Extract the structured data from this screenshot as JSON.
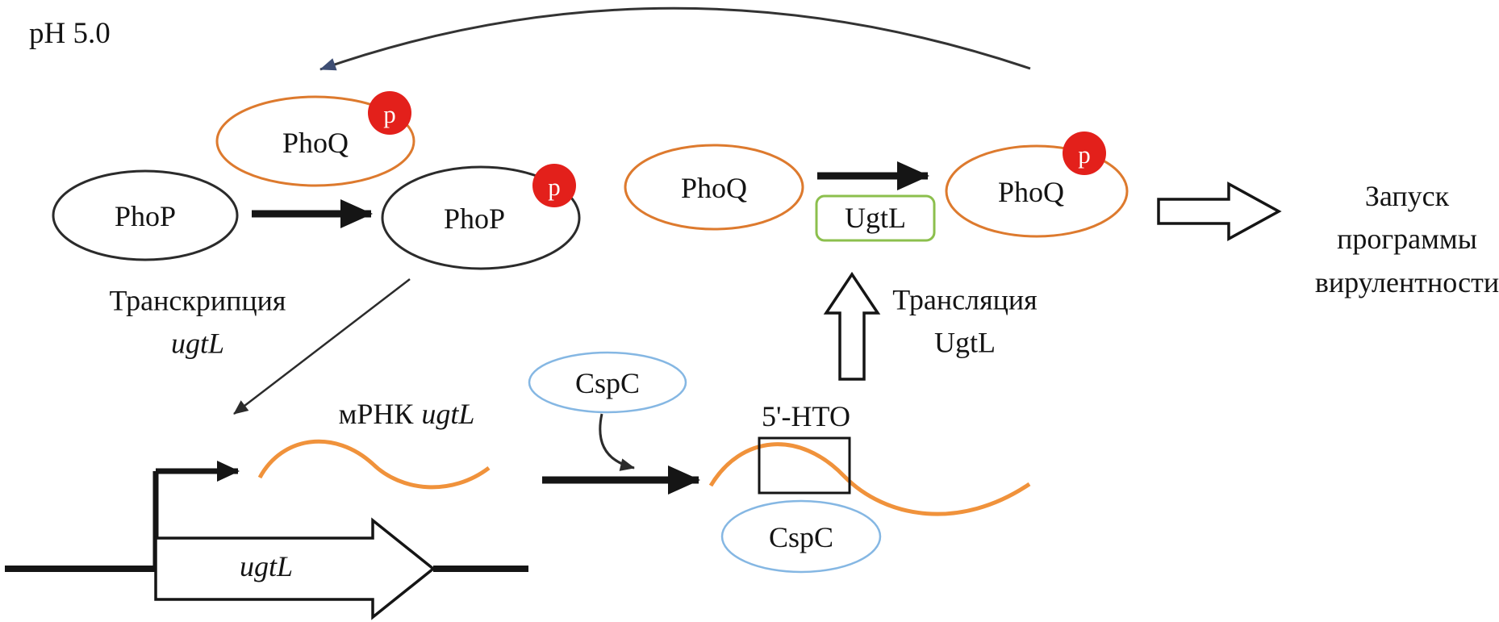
{
  "figure": {
    "condition_label": "pH 5.0",
    "proteins": {
      "phop": "PhoP",
      "phoq": "PhoQ",
      "cspc": "CspC",
      "ugtl": "UgtL"
    },
    "phospho_mark": "p",
    "gene_name": "ugtL",
    "captions": {
      "transcription": {
        "line1": "Транскрипция",
        "line2": "ugtL"
      },
      "mrna": {
        "prefix": "мРНК",
        "gene": "ugtL"
      },
      "utr": "5'-НТО",
      "translation": {
        "line1": "Трансляция",
        "line2": "UgtL"
      },
      "virulence": {
        "line1": "Запуск",
        "line2": "программы",
        "line3": "вирулентности"
      }
    },
    "colors": {
      "phoq_stroke": "#DD7A2E",
      "phop_stroke": "#2B2B2B",
      "cspc_stroke": "#85B7E3",
      "ugtl_box_stroke": "#8CBF4D",
      "phospho_fill": "#E3201B",
      "mrna_stroke": "#F0923B",
      "arrow_black": "#151515",
      "feedback_head": "#3E4E74"
    }
  }
}
